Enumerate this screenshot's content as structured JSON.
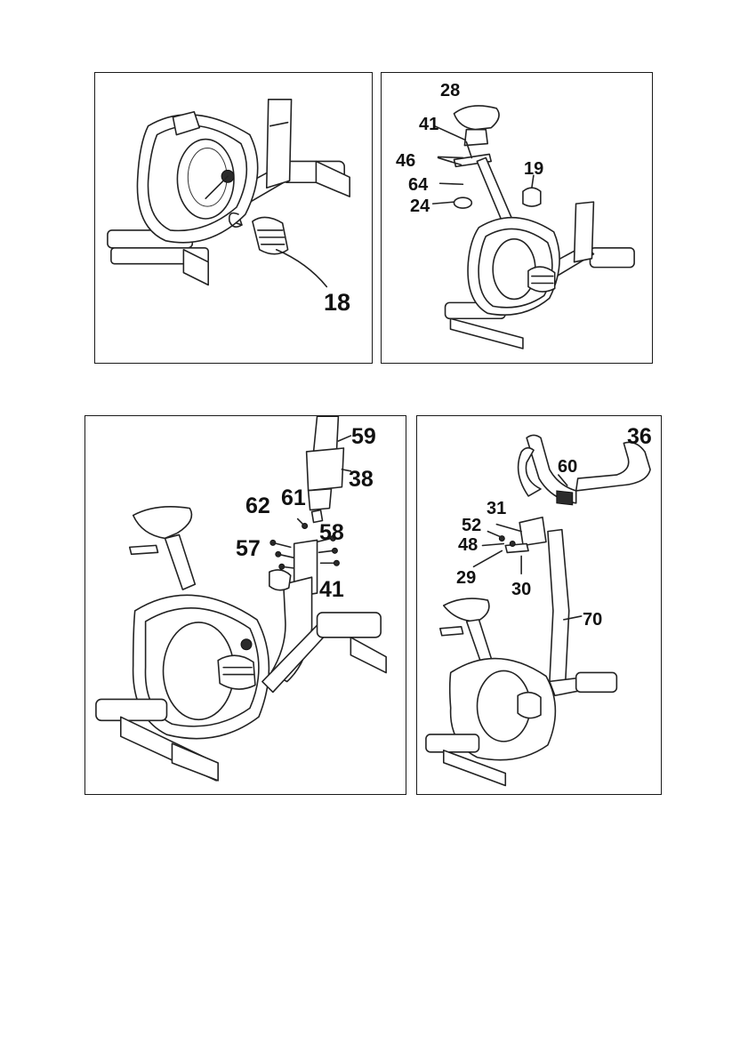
{
  "panels": {
    "step_a": {
      "labels": {
        "p18": "18"
      }
    },
    "step_b": {
      "labels": {
        "p28": "28",
        "p41": "41",
        "p46": "46",
        "p64": "64",
        "p24": "24",
        "p19": "19"
      }
    },
    "step_c": {
      "labels": {
        "p59": "59",
        "p38": "38",
        "p62": "62",
        "p61": "61",
        "p57": "57",
        "p58": "58",
        "p41": "41"
      }
    },
    "step_d": {
      "labels": {
        "p36": "36",
        "p60": "60",
        "p31": "31",
        "p52": "52",
        "p48": "48",
        "p29": "29",
        "p30": "30",
        "p70": "70"
      }
    }
  },
  "colors": {
    "line": "#222222",
    "border": "#1a1a1a",
    "background": "#ffffff"
  }
}
